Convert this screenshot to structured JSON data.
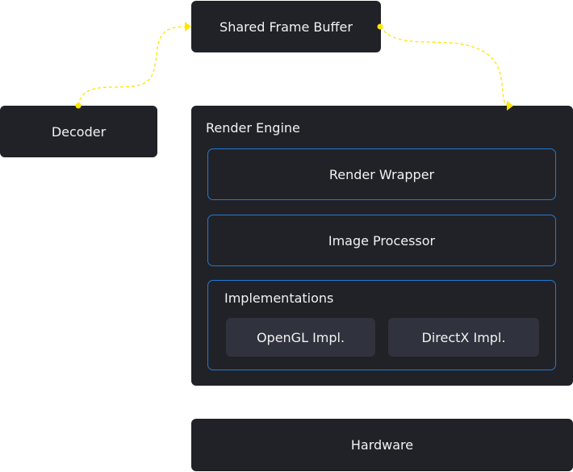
{
  "nodes": {
    "shared_frame_buffer": "Shared Frame Buffer",
    "decoder": "Decoder",
    "render_engine": "Render Engine",
    "render_wrapper": "Render Wrapper",
    "image_processor": "Image Processor",
    "implementations": "Implementations",
    "opengl": "OpenGL Impl.",
    "directx": "DirectX Impl.",
    "hardware": "Hardware"
  },
  "colors": {
    "edge": "#ffe600",
    "node": "#212227",
    "group_border": "#1f7ad6",
    "impl": "#30333d"
  },
  "edges": [
    {
      "from": "Decoder",
      "to": "Shared Frame Buffer"
    },
    {
      "from": "Shared Frame Buffer",
      "to": "Render Engine"
    }
  ]
}
